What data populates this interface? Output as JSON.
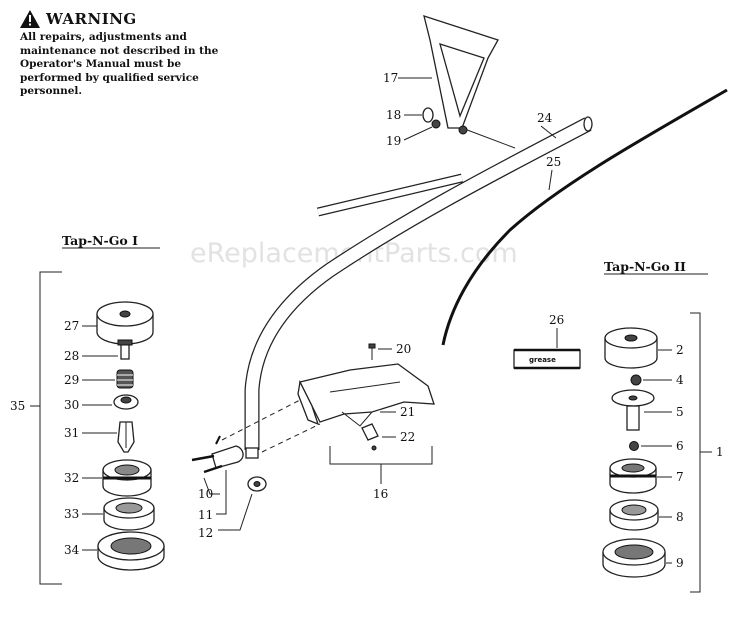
{
  "warning": {
    "title": "WARNING",
    "body": "All repairs, adjustments and maintenance not described in the Operator's Manual must be performed by qualified service personnel."
  },
  "watermark": "eReplacementParts.com",
  "groups": {
    "left_header": "Tap-N-Go I",
    "right_header": "Tap-N-Go II"
  },
  "grease_label": "grease",
  "callouts": {
    "c1": "1",
    "c2": "2",
    "c4": "4",
    "c5": "5",
    "c6": "6",
    "c7": "7",
    "c8": "8",
    "c9": "9",
    "c10": "10",
    "c11": "11",
    "c12": "12",
    "c16": "16",
    "c17": "17",
    "c18": "18",
    "c19": "19",
    "c20": "20",
    "c21": "21",
    "c22": "22",
    "c24": "24",
    "c25": "25",
    "c26": "26",
    "c27": "27",
    "c28": "28",
    "c29": "29",
    "c30": "30",
    "c31": "31",
    "c32": "32",
    "c33": "33",
    "c34": "34",
    "c35": "35"
  }
}
